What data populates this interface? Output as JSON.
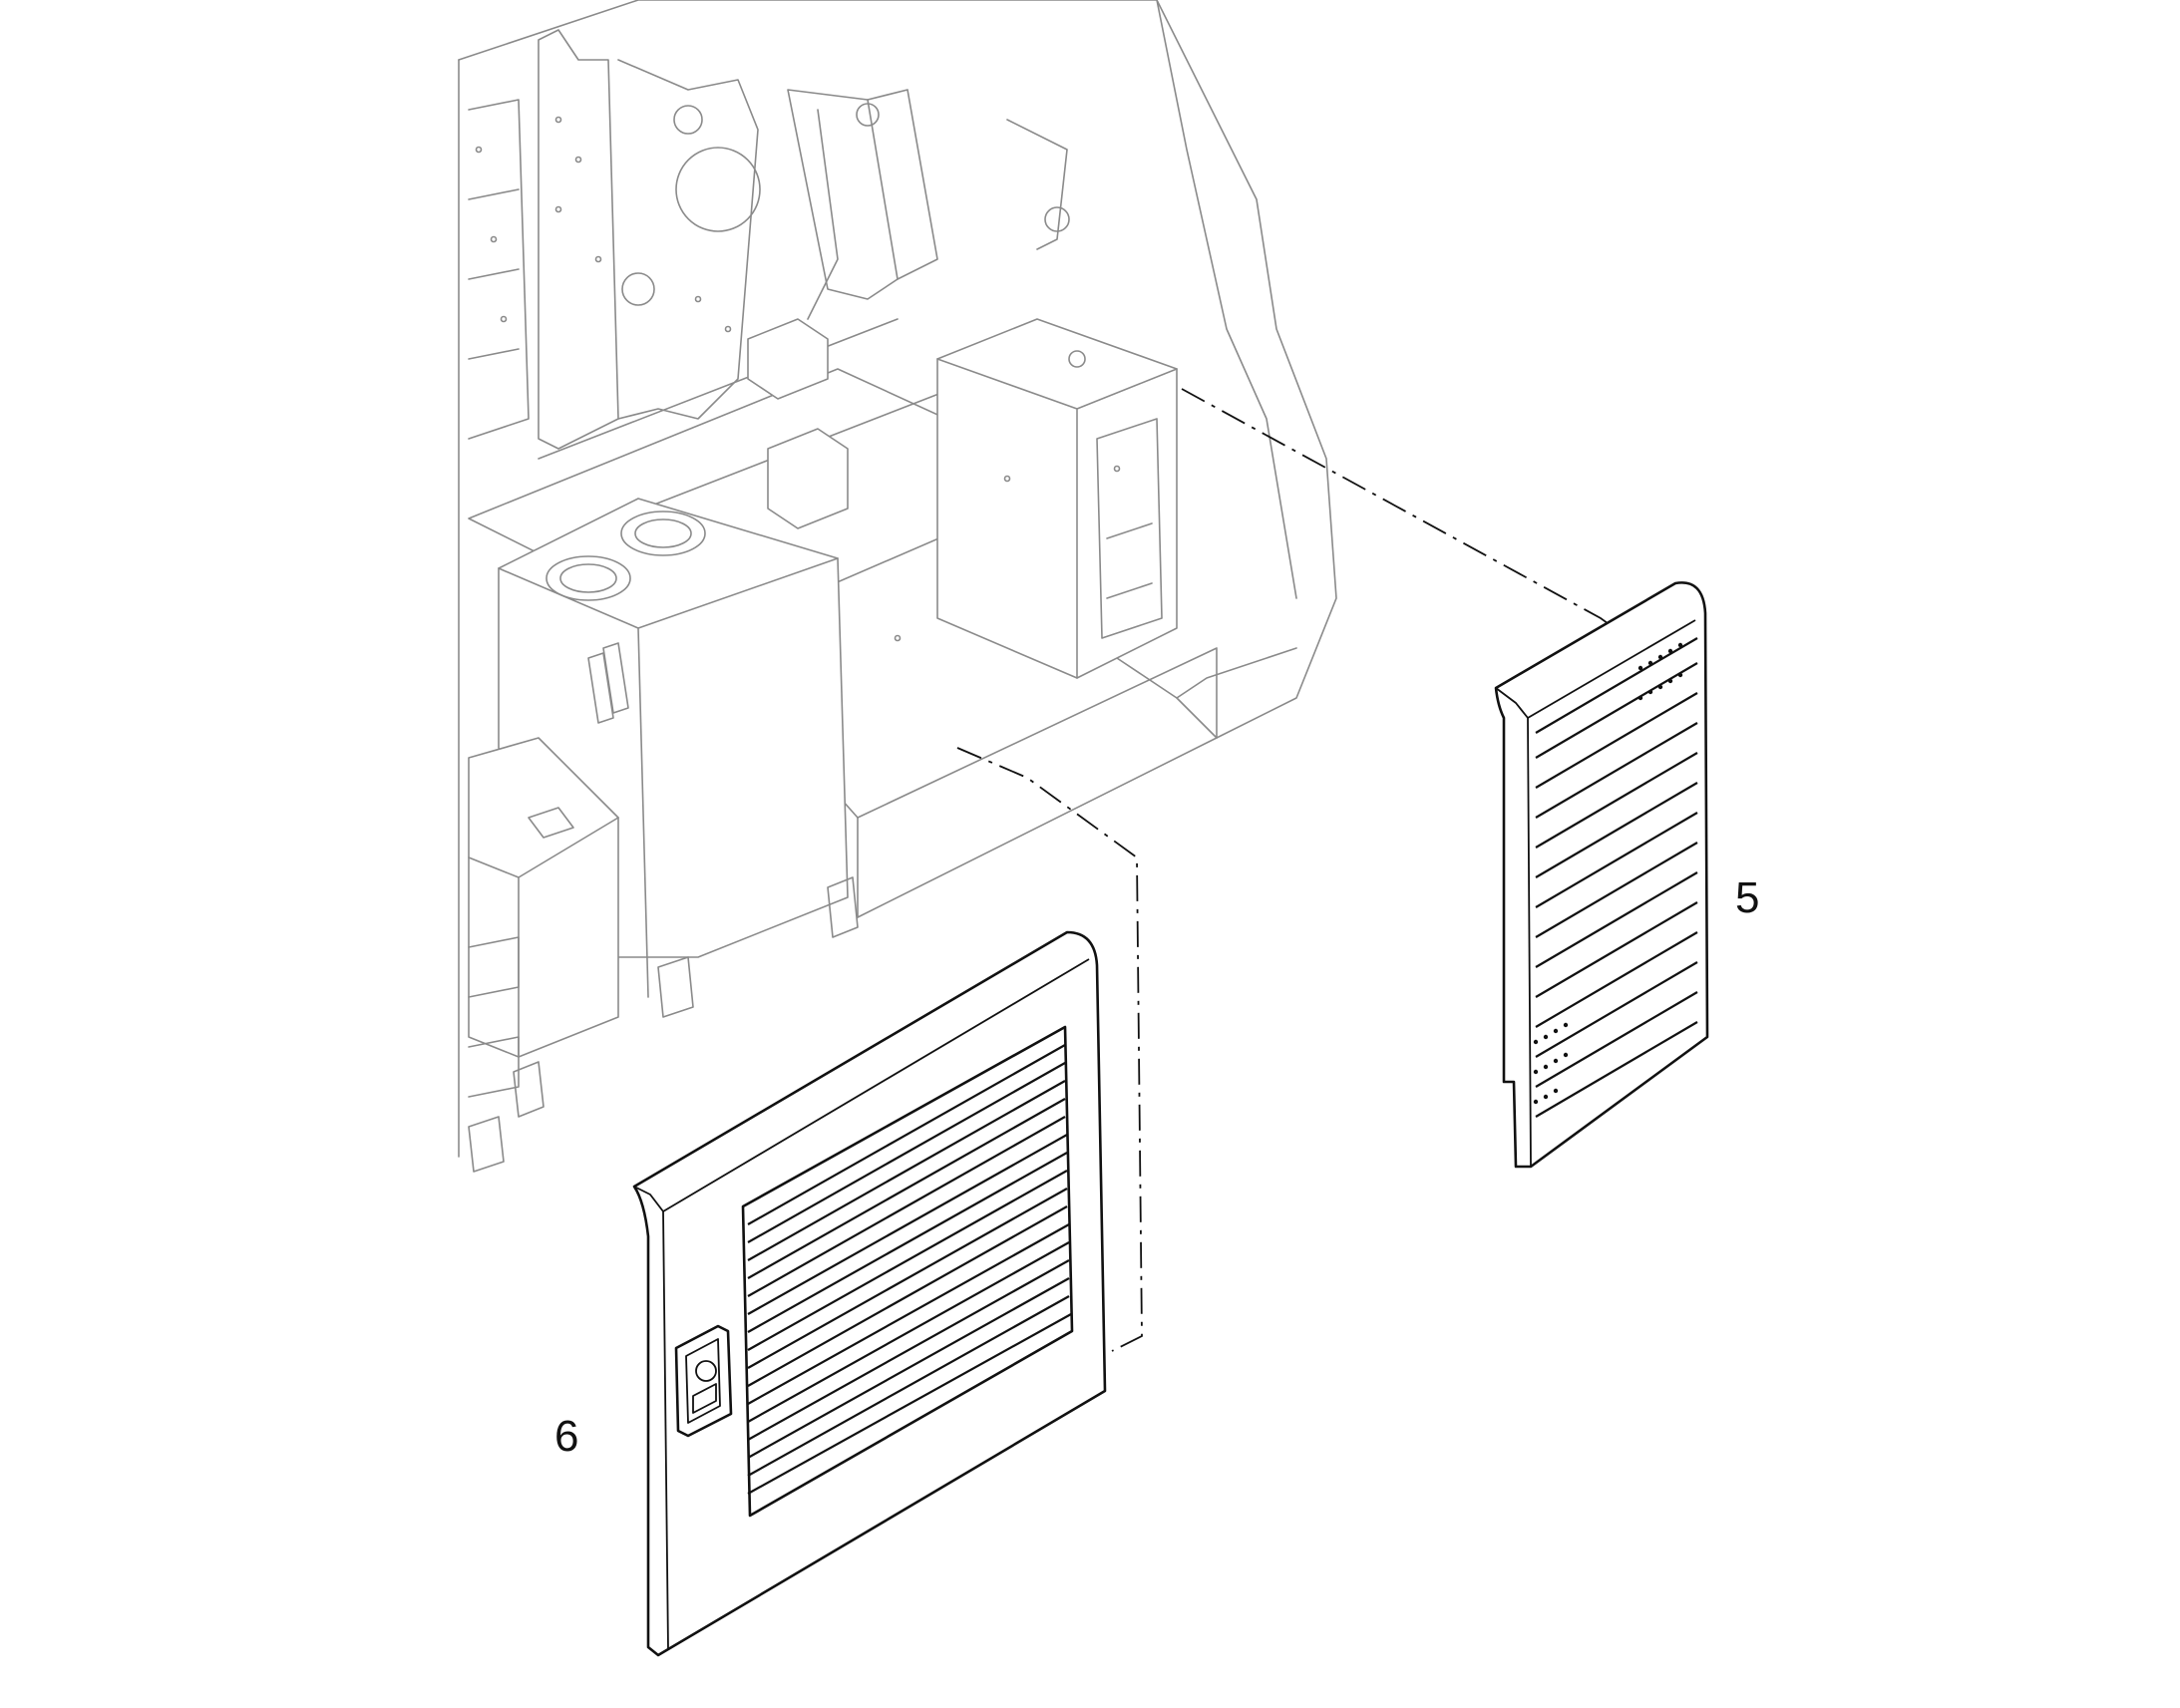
{
  "callouts": {
    "item_5": "5",
    "item_6": "6"
  },
  "parts": [
    {
      "number": "5",
      "name": "side-grille-panel-icon"
    },
    {
      "number": "6",
      "name": "louvered-access-door-icon"
    }
  ],
  "colors": {
    "line": "#111111",
    "context_line": "#8a8a8a",
    "background": "#ffffff"
  }
}
